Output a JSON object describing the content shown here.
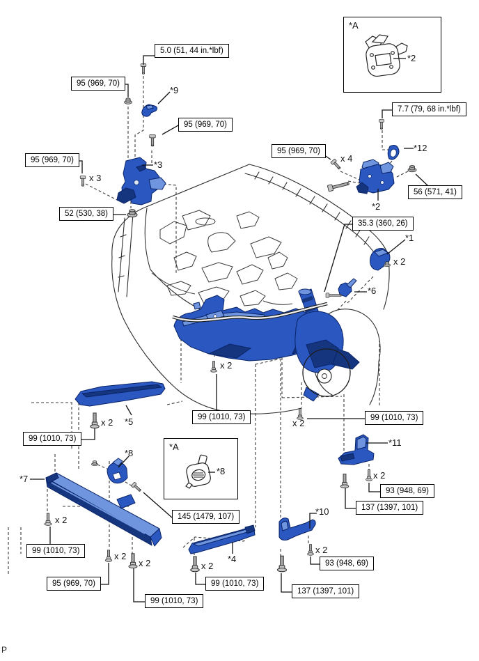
{
  "page": {
    "marker": "P"
  },
  "colors": {
    "part_blue": "#2a57c0",
    "part_blue_dark": "#16357f",
    "part_blue_light": "#6e95de",
    "part_outline": "#0a2468",
    "line_art": "#2b2b2b",
    "label_border": "#000000",
    "bolt_gray": "#c6c6c6",
    "bg": "#ffffff"
  },
  "insets": [
    {
      "label": "*A"
    },
    {
      "label": "*A"
    }
  ],
  "torque_labels": [
    {
      "text": "5.0 (51, 44 in.*lbf)"
    },
    {
      "text": "95 (969, 70)"
    },
    {
      "text": "95 (969, 70)"
    },
    {
      "text": "95 (969, 70)"
    },
    {
      "text": "52 (530, 38)"
    },
    {
      "text": "7.7 (79, 68 in.*lbf)"
    },
    {
      "text": "95 (969, 70)"
    },
    {
      "text": "56 (571, 41)"
    },
    {
      "text": "35.3 (360, 26)"
    },
    {
      "text": "99 (1010, 73)"
    },
    {
      "text": "99 (1010, 73)"
    },
    {
      "text": "99 (1010, 73)"
    },
    {
      "text": "93 (948, 69)"
    },
    {
      "text": "137 (1397, 101)"
    },
    {
      "text": "93 (948, 69)"
    },
    {
      "text": "137 (1397, 101)"
    },
    {
      "text": "99 (1010, 73)"
    },
    {
      "text": "145 (1479, 107)"
    },
    {
      "text": "95 (969, 70)"
    },
    {
      "text": "99 (1010, 73)"
    },
    {
      "text": "99 (1010, 73)"
    }
  ],
  "callouts": [
    {
      "text": "*9"
    },
    {
      "text": "*3"
    },
    {
      "text": "x 3"
    },
    {
      "text": "*2"
    },
    {
      "text": "*12"
    },
    {
      "text": "x 4"
    },
    {
      "text": "*2"
    },
    {
      "text": "*1"
    },
    {
      "text": "x 2"
    },
    {
      "text": "*6"
    },
    {
      "text": "x 2"
    },
    {
      "text": "*5"
    },
    {
      "text": "x 2"
    },
    {
      "text": "x 2"
    },
    {
      "text": "*11"
    },
    {
      "text": "x 2"
    },
    {
      "text": "*10"
    },
    {
      "text": "x 2"
    },
    {
      "text": "*7"
    },
    {
      "text": "x 2"
    },
    {
      "text": "*8"
    },
    {
      "text": "*8"
    },
    {
      "text": "x 2"
    },
    {
      "text": "x 2"
    },
    {
      "text": "x 2"
    },
    {
      "text": "*4"
    }
  ]
}
